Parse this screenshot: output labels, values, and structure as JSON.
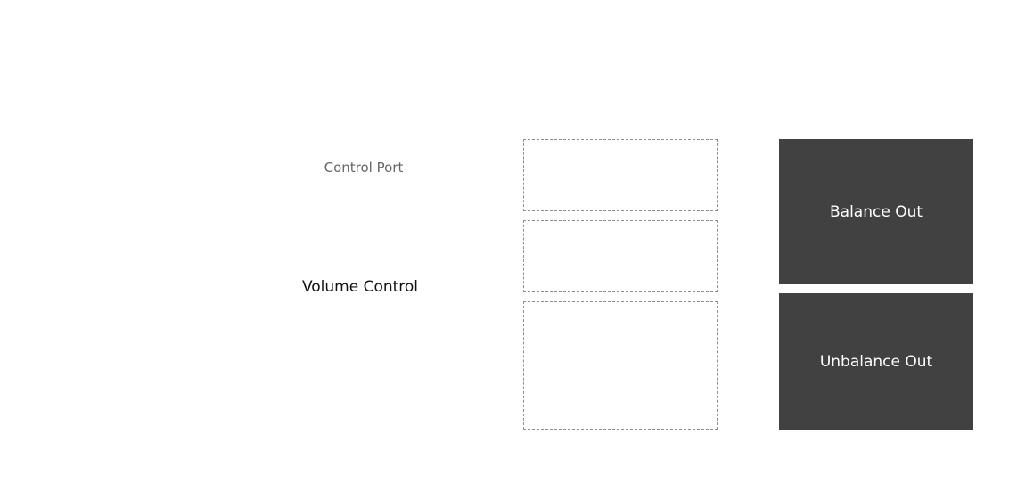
{
  "labels": {
    "control_port": "Control Port",
    "volume_control": "Volume Control"
  },
  "outputs": {
    "balance_out": "Balance Out",
    "unbalance_out": "Unbalance Out"
  },
  "colors": {
    "output_block_fill": "#414141",
    "output_text": "#ffffff",
    "dashed_border": "#8f8f8f",
    "control_port_text": "#666666",
    "volume_control_text": "#111111",
    "background": "#ffffff"
  }
}
